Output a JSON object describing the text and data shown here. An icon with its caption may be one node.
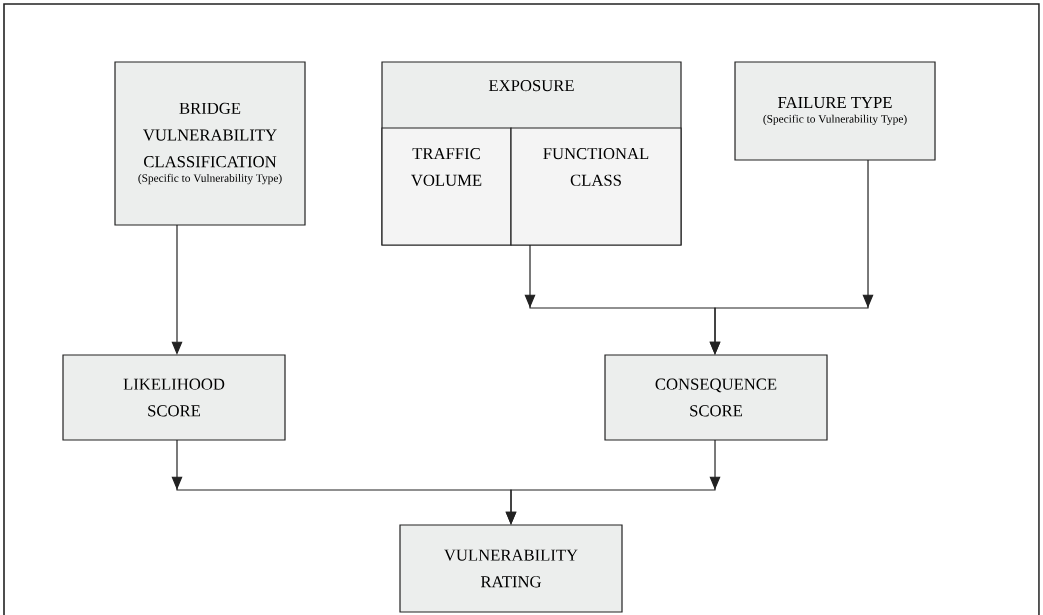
{
  "diagram": {
    "nodes": [
      {
        "text": [
          "BRIDGE VULNERABILITY CLASSIFICATION",
          "(Specific to Vulnerability Type)"
        ]
      },
      {
        "text": [
          "EXPOSURE"
        ]
      },
      {
        "text": [
          "TRAFFIC VOLUME"
        ],
        "in": 1
      },
      {
        "text": [
          "FUNCTIONAL CLASS"
        ],
        "in": 1
      },
      {
        "text": [
          "FAILURE TYPE",
          "(Specific to Vulnerability Type)"
        ]
      },
      {
        "text": [
          "LIKELIHOOD SCORE"
        ]
      },
      {
        "text": [
          "CONSEQUENCE SCORE"
        ]
      },
      {
        "text": [
          "VULNERABILITY RATING"
        ]
      }
    ],
    "edges": [
      {
        "from": 0,
        "to": 5,
        "arrow": "to"
      },
      {
        "from": 1,
        "to": 6,
        "arrow": "to"
      },
      {
        "from": 4,
        "to": 6,
        "arrow": "to"
      },
      {
        "from": 5,
        "to": 7,
        "arrow": "to"
      },
      {
        "from": 6,
        "to": 7,
        "arrow": "to"
      }
    ]
  }
}
